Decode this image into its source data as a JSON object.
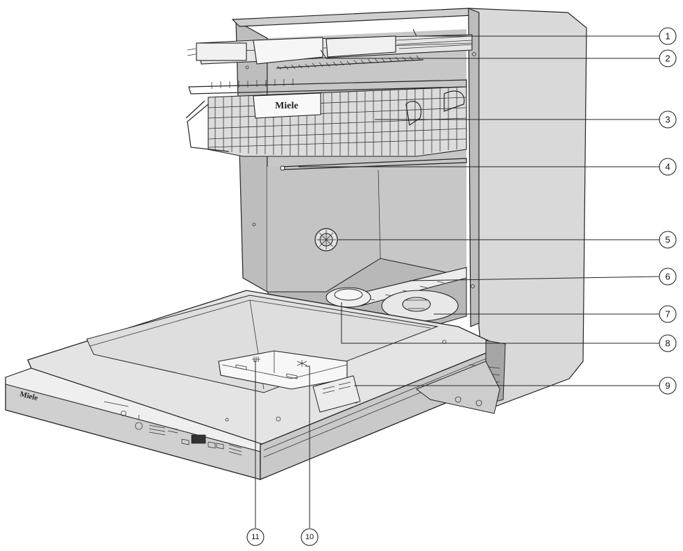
{
  "brand": {
    "basket_label": "Miele",
    "door_label": "Miele"
  },
  "callouts": [
    {
      "label": "1"
    },
    {
      "label": "2"
    },
    {
      "label": "3"
    },
    {
      "label": "4"
    },
    {
      "label": "5"
    },
    {
      "label": "6"
    },
    {
      "label": "7"
    },
    {
      "label": "8"
    },
    {
      "label": "9"
    },
    {
      "label": "10"
    },
    {
      "label": "11"
    }
  ]
}
